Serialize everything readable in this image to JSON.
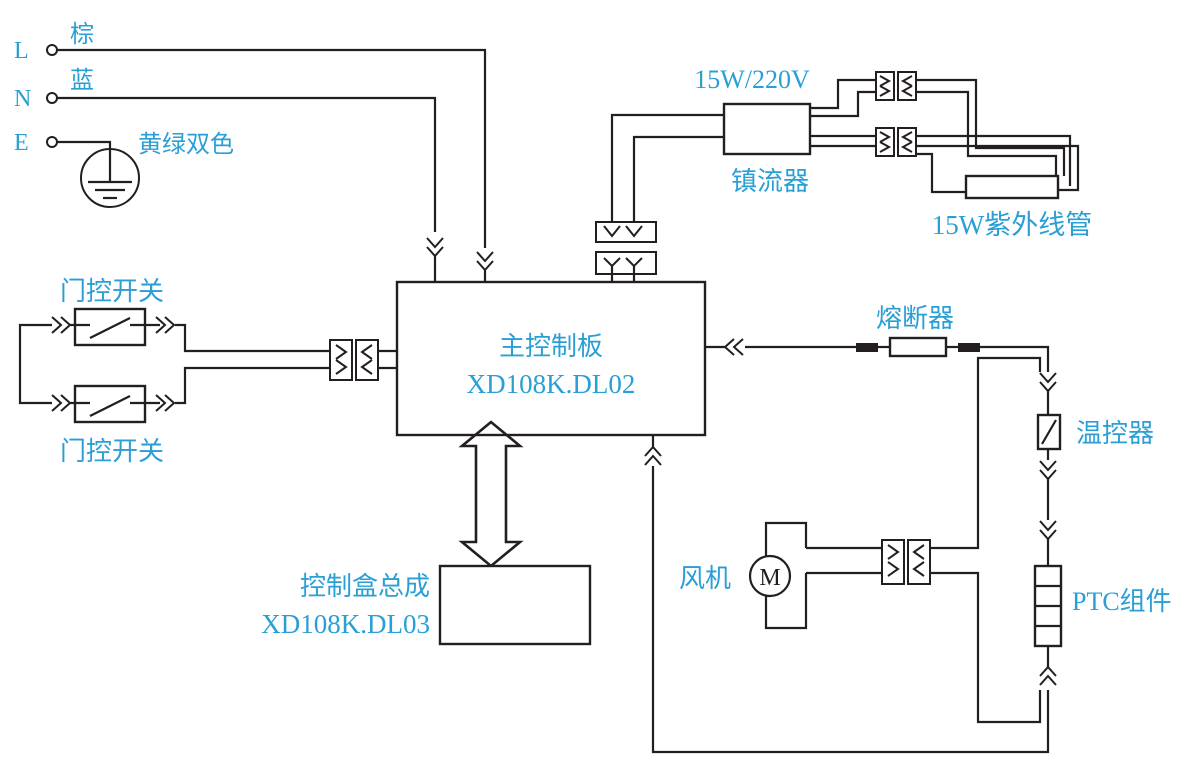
{
  "colors": {
    "label": "#2a9fd6",
    "line": "#231f20",
    "background": "#ffffff"
  },
  "power": {
    "L": {
      "terminal": "L",
      "wire": "棕"
    },
    "N": {
      "terminal": "N",
      "wire": "蓝"
    },
    "E": {
      "terminal": "E",
      "wire": "黄绿双色"
    }
  },
  "door_switch_top": "门控开关",
  "door_switch_bottom": "门控开关",
  "main_board": {
    "name": "主控制板",
    "model": "XD108K.DL02"
  },
  "control_box": {
    "name": "控制盒总成",
    "model": "XD108K.DL03"
  },
  "ballast": {
    "rating": "15W/220V",
    "name": "镇流器"
  },
  "uv_tube": "15W紫外线管",
  "fuse": "熔断器",
  "thermostat": "温控器",
  "fan": {
    "name": "风机",
    "symbol": "M"
  },
  "ptc": "PTC组件"
}
